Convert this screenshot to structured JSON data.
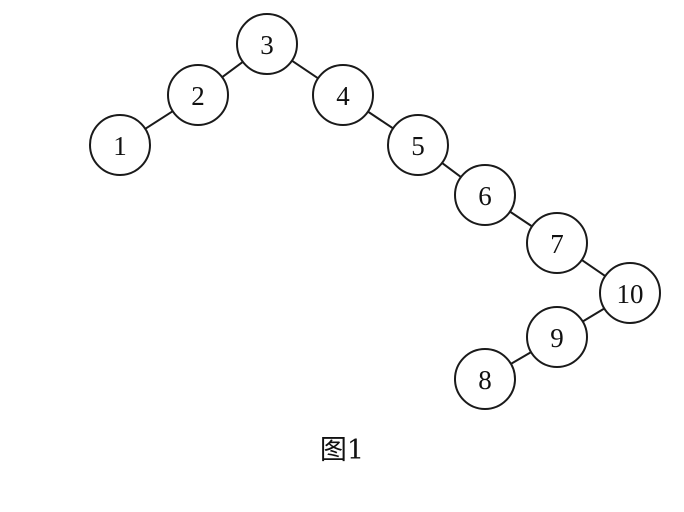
{
  "diagram": {
    "type": "binary-tree",
    "nodes": [
      {
        "id": "3",
        "label": "3"
      },
      {
        "id": "2",
        "label": "2"
      },
      {
        "id": "4",
        "label": "4"
      },
      {
        "id": "1",
        "label": "1"
      },
      {
        "id": "5",
        "label": "5"
      },
      {
        "id": "6",
        "label": "6"
      },
      {
        "id": "7",
        "label": "7"
      },
      {
        "id": "10",
        "label": "10"
      },
      {
        "id": "9",
        "label": "9"
      },
      {
        "id": "8",
        "label": "8"
      }
    ],
    "edges": [
      {
        "from": "3",
        "to": "2"
      },
      {
        "from": "3",
        "to": "4"
      },
      {
        "from": "2",
        "to": "1"
      },
      {
        "from": "4",
        "to": "5"
      },
      {
        "from": "5",
        "to": "6"
      },
      {
        "from": "6",
        "to": "7"
      },
      {
        "from": "7",
        "to": "10"
      },
      {
        "from": "10",
        "to": "9"
      },
      {
        "from": "9",
        "to": "8"
      }
    ]
  },
  "caption": "图1"
}
